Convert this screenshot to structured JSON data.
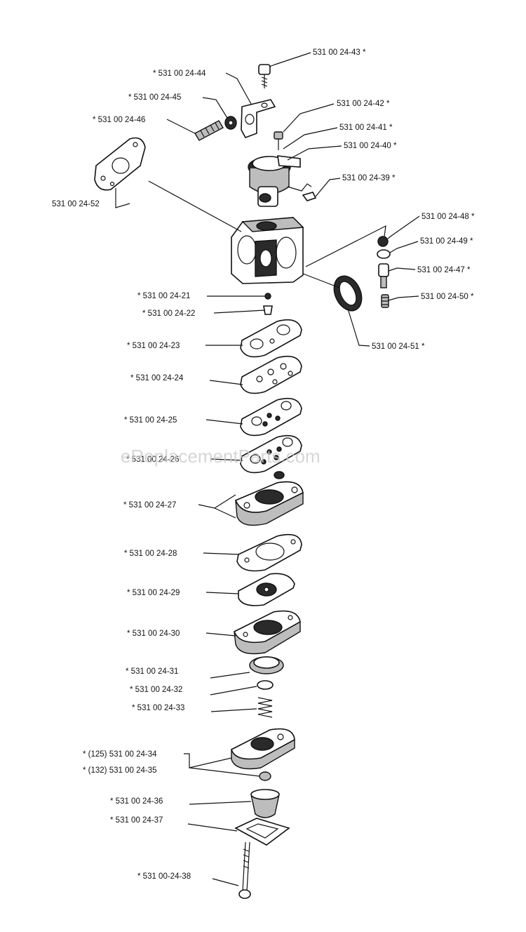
{
  "watermark": "eReplacementParts.com",
  "labels": [
    {
      "id": "p43",
      "text": "531 00 24-43  *"
    },
    {
      "id": "p44",
      "text": "*  531 00 24-44"
    },
    {
      "id": "p45",
      "text": "*  531 00 24-45"
    },
    {
      "id": "p46",
      "text": "*  531 00 24-46"
    },
    {
      "id": "p42",
      "text": "531 00 24-42  *"
    },
    {
      "id": "p41",
      "text": "531 00 24-41  *"
    },
    {
      "id": "p40",
      "text": "531 00 24-40  *"
    },
    {
      "id": "p39",
      "text": "531 00 24-39  *"
    },
    {
      "id": "p52",
      "text": "531 00 24-52"
    },
    {
      "id": "p48",
      "text": "531 00 24-48  *"
    },
    {
      "id": "p49",
      "text": "531 00 24-49  *"
    },
    {
      "id": "p47",
      "text": "531 00 24-47  *"
    },
    {
      "id": "p50",
      "text": "531 00 24-50  *"
    },
    {
      "id": "p21",
      "text": "*  531 00 24-21"
    },
    {
      "id": "p22",
      "text": "*  531 00 24-22"
    },
    {
      "id": "p51",
      "text": "531 00 24-51  *"
    },
    {
      "id": "p23",
      "text": "*  531 00 24-23"
    },
    {
      "id": "p24",
      "text": "*  531 00 24-24"
    },
    {
      "id": "p25",
      "text": "*  531 00 24-25"
    },
    {
      "id": "p26",
      "text": "*  531 00 24-26"
    },
    {
      "id": "p27",
      "text": "*  531 00 24-27"
    },
    {
      "id": "p28",
      "text": "*  531 00 24-28"
    },
    {
      "id": "p29",
      "text": "*  531 00 24-29"
    },
    {
      "id": "p30",
      "text": "*  531 00 24-30"
    },
    {
      "id": "p31",
      "text": "*  531 00 24-31"
    },
    {
      "id": "p32",
      "text": "*  531 00 24-32"
    },
    {
      "id": "p33",
      "text": "*  531 00 24-33"
    },
    {
      "id": "p34",
      "text": "*  (125) 531 00 24-34"
    },
    {
      "id": "p35",
      "text": "*  (132) 531 00 24-35"
    },
    {
      "id": "p36",
      "text": "*  531 00 24-36"
    },
    {
      "id": "p37",
      "text": "*  531 00 24-37"
    },
    {
      "id": "p38",
      "text": "*  531 00-24-38"
    }
  ]
}
